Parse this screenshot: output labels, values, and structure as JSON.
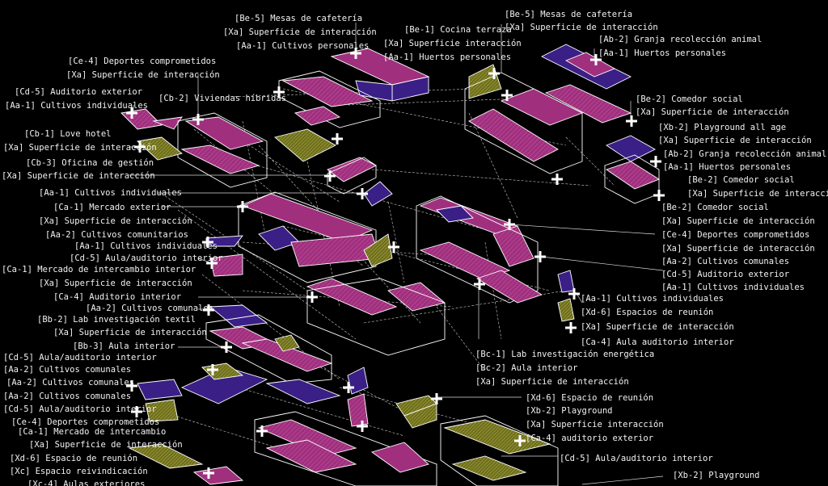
{
  "colors": {
    "background": "#000000",
    "magenta": "#a0307e",
    "purple": "#3a1f86",
    "olive": "#8a8a2a",
    "stroke": "#ffffff",
    "text": "#f2f2f2"
  },
  "labels": [
    {
      "id": "l1",
      "text": "[Be-5] Mesas de cafetería"
    },
    {
      "id": "l2",
      "text": "[Xa] Superficie de interacción"
    },
    {
      "id": "l3",
      "text": "[Aa-1] Cultivos personales"
    },
    {
      "id": "l4",
      "text": "[Be-1] Cocina terraza"
    },
    {
      "id": "l5",
      "text": "[Xa] Superficie interacción"
    },
    {
      "id": "l6",
      "text": "[Aa-1] Huertos personales"
    },
    {
      "id": "l7",
      "text": "[Be-5] Mesas de cafetería"
    },
    {
      "id": "l8",
      "text": "[Xa] Superficie de interacción"
    },
    {
      "id": "l9",
      "text": "[Ab-2] Granja recolección animal"
    },
    {
      "id": "l10",
      "text": "[Aa-1] Huertos personales"
    },
    {
      "id": "l11",
      "text": "[Ce-4] Deportes comprometidos"
    },
    {
      "id": "l12",
      "text": "[Xa] Superficie de interacción"
    },
    {
      "id": "l13",
      "text": "[Cd-5] Auditorio exterior"
    },
    {
      "id": "l14",
      "text": "[Aa-1] Cultivos individuales"
    },
    {
      "id": "l15",
      "text": "[Cb-2] Viviendas híbridas"
    },
    {
      "id": "l16",
      "text": "[Be-2] Comedor social"
    },
    {
      "id": "l17",
      "text": "[Xa] Superficie de interacción"
    },
    {
      "id": "l18",
      "text": "[Xb-2] Playground all age"
    },
    {
      "id": "l19",
      "text": "[Cb-1] Love hotel"
    },
    {
      "id": "l20",
      "text": "[Xa] Superficie de interacción"
    },
    {
      "id": "l21",
      "text": "[Xa] Superficie de interacción"
    },
    {
      "id": "l22",
      "text": "[Ab-2] Granja recolección animal"
    },
    {
      "id": "l23",
      "text": "[Cb-3] Oficina de gestión"
    },
    {
      "id": "l24",
      "text": "[Aa-1] Huertos personales"
    },
    {
      "id": "l25",
      "text": "[Xa] Superficie de interacción"
    },
    {
      "id": "l26",
      "text": "[Be-2] Comedor social"
    },
    {
      "id": "l27",
      "text": "[Xa] Superficie de interacción"
    },
    {
      "id": "l28",
      "text": "[Aa-1] Cultivos individuales"
    },
    {
      "id": "l29",
      "text": "[Be-2] Comedor social"
    },
    {
      "id": "l30",
      "text": "[Ca-1] Mercado exterior"
    },
    {
      "id": "l31",
      "text": "[Xa] Superficie de interacción"
    },
    {
      "id": "l32",
      "text": "[Xa] Superficie de interacción"
    },
    {
      "id": "l33",
      "text": "[Ce-4] Deportes comprometidos"
    },
    {
      "id": "l34",
      "text": "[Aa-2] Cultivos comunitarios"
    },
    {
      "id": "l35",
      "text": "[Xa] Superficie de interacción"
    },
    {
      "id": "l36",
      "text": "[Aa-1] Cultivos individuales"
    },
    {
      "id": "l37",
      "text": "[Aa-2] Cultivos comunales"
    },
    {
      "id": "l38",
      "text": "[Cd-5] Aula/auditorio interior"
    },
    {
      "id": "l39",
      "text": "[Cd-5] Auditorio exterior"
    },
    {
      "id": "l40",
      "text": "[Ca-1] Mercado de intercambio interior"
    },
    {
      "id": "l41",
      "text": "[Aa-1] Cultivos individuales"
    },
    {
      "id": "l42",
      "text": "[Xa] Superficie de interacción"
    },
    {
      "id": "l43",
      "text": "[Aa-1] Cultivos individuales"
    },
    {
      "id": "l44",
      "text": "[Ca-4] Auditorio interior"
    },
    {
      "id": "l45",
      "text": "[Xd-6] Espacios de reunión"
    },
    {
      "id": "l46",
      "text": "[Aa-2] Cultivos comunales"
    },
    {
      "id": "l47",
      "text": "[Xa] Superficie de interacción"
    },
    {
      "id": "l48",
      "text": "[Bb-2] Lab investigación textil"
    },
    {
      "id": "l49",
      "text": "[Ca-4] Aula auditorio interior"
    },
    {
      "id": "l50",
      "text": "[Xa] Superficie de interacción"
    },
    {
      "id": "l51",
      "text": "[Bb-3] Aula interior"
    },
    {
      "id": "l52",
      "text": "[Bc-1] Lab investigación energética"
    },
    {
      "id": "l53",
      "text": "[Cd-5] Aula/auditorio interior"
    },
    {
      "id": "l54",
      "text": "[Bc-2] Aula interior"
    },
    {
      "id": "l55",
      "text": "[Aa-2] Cultivos comunales"
    },
    {
      "id": "l56",
      "text": "[Xa] Superficie de interacción"
    },
    {
      "id": "l57",
      "text": "[Aa-2] Cultivos comunales"
    },
    {
      "id": "l58",
      "text": "[Aa-2] Cultivos comunales"
    },
    {
      "id": "l59",
      "text": "[Xd-6] Espacio de reunión"
    },
    {
      "id": "l60",
      "text": "[Cd-5] Aula/auditorio interior"
    },
    {
      "id": "l61",
      "text": "[Xb-2] Playground"
    },
    {
      "id": "l62",
      "text": "[Ce-4] Deportes comprometidos"
    },
    {
      "id": "l63",
      "text": "[Xa] Superficie interacción"
    },
    {
      "id": "l64",
      "text": "[Ca-1] Mercado de intercambio"
    },
    {
      "id": "l65",
      "text": "[Ca-4] auditorio exterior"
    },
    {
      "id": "l66",
      "text": "[Xa] Superficie de interacción"
    },
    {
      "id": "l67",
      "text": "[Xd-6] Espacio de reunión"
    },
    {
      "id": "l68",
      "text": "[Cd-5] Aula/auditorio interior"
    },
    {
      "id": "l69",
      "text": "[Xc] Espacio reivindicación"
    },
    {
      "id": "l70",
      "text": "[Xb-2] Playground"
    },
    {
      "id": "l71",
      "text": "[Xc-4] Aulas exteriores"
    }
  ]
}
